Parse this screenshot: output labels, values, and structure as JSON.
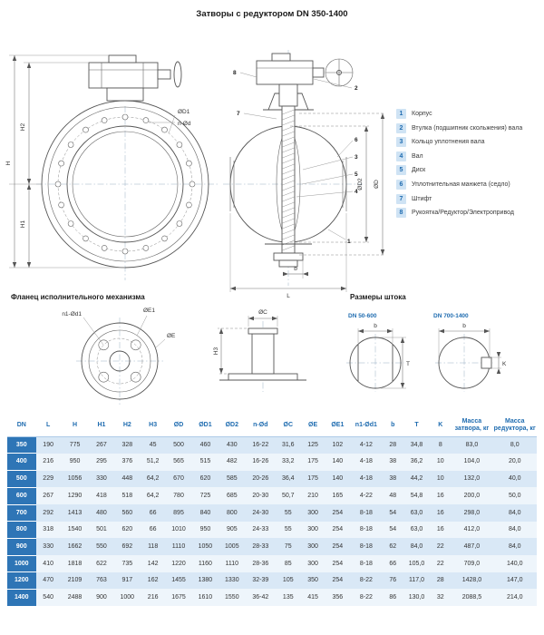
{
  "page": {
    "title": "Затворы с редуктором DN 350-1400"
  },
  "legend": {
    "items": [
      {
        "num": "1",
        "label": "Корпус"
      },
      {
        "num": "2",
        "label": "Втулка (подшипник скольжения) вала"
      },
      {
        "num": "3",
        "label": "Кольцо уплотнения вала"
      },
      {
        "num": "4",
        "label": "Вал"
      },
      {
        "num": "5",
        "label": "Диск"
      },
      {
        "num": "6",
        "label": "Уплотнительная манжета (седло)"
      },
      {
        "num": "7",
        "label": "Штифт"
      },
      {
        "num": "8",
        "label": "Рукоятка/Редуктор/Электропривод"
      }
    ]
  },
  "drawing": {
    "dims": {
      "H": "H",
      "H1": "H1",
      "H2": "H2",
      "D1": "ØD1",
      "nd": "n-Ød",
      "D": "ØD",
      "D2": "ØD2",
      "b": "b",
      "L": "L"
    },
    "callouts": {
      "c1": "1",
      "c2": "2",
      "c3": "3",
      "c4": "4",
      "c5": "5",
      "c6": "6",
      "c7": "7",
      "c8": "8"
    }
  },
  "flange_view": {
    "title": "Фланец исполнительного механизма",
    "dims": {
      "nd1": "n1-Ød1",
      "E": "ØE",
      "E1": "ØE1"
    }
  },
  "stem_interface": {
    "dims": {
      "C": "ØC",
      "H3": "H3"
    }
  },
  "stem_view": {
    "title": "Размеры штока",
    "variant1": "DN 50-600",
    "variant2": "DN 700-1400",
    "dims": {
      "b": "b",
      "T": "T",
      "K": "K"
    }
  },
  "table": {
    "columns": [
      "DN",
      "L",
      "H",
      "H1",
      "H2",
      "H3",
      "ØD",
      "ØD1",
      "ØD2",
      "n-Ød",
      "ØC",
      "ØE",
      "ØE1",
      "n1-Ød1",
      "b",
      "T",
      "K",
      "Масса затвора, кг",
      "Масса редуктора, кг"
    ],
    "rows": [
      [
        "350",
        "190",
        "775",
        "267",
        "328",
        "45",
        "500",
        "460",
        "430",
        "16-22",
        "31,6",
        "125",
        "102",
        "4-12",
        "28",
        "34,8",
        "8",
        "83,0",
        "8,0"
      ],
      [
        "400",
        "216",
        "950",
        "295",
        "376",
        "51,2",
        "565",
        "515",
        "482",
        "16-26",
        "33,2",
        "175",
        "140",
        "4-18",
        "38",
        "36,2",
        "10",
        "104,0",
        "20,0"
      ],
      [
        "500",
        "229",
        "1056",
        "330",
        "448",
        "64,2",
        "670",
        "620",
        "585",
        "20-26",
        "36,4",
        "175",
        "140",
        "4-18",
        "38",
        "44,2",
        "10",
        "132,0",
        "40,0"
      ],
      [
        "600",
        "267",
        "1290",
        "418",
        "518",
        "64,2",
        "780",
        "725",
        "685",
        "20-30",
        "50,7",
        "210",
        "165",
        "4-22",
        "48",
        "54,8",
        "16",
        "200,0",
        "50,0"
      ],
      [
        "700",
        "292",
        "1413",
        "480",
        "560",
        "66",
        "895",
        "840",
        "800",
        "24-30",
        "55",
        "300",
        "254",
        "8-18",
        "54",
        "63,0",
        "16",
        "298,0",
        "84,0"
      ],
      [
        "800",
        "318",
        "1540",
        "501",
        "620",
        "66",
        "1010",
        "950",
        "905",
        "24-33",
        "55",
        "300",
        "254",
        "8-18",
        "54",
        "63,0",
        "16",
        "412,0",
        "84,0"
      ],
      [
        "900",
        "330",
        "1662",
        "550",
        "692",
        "118",
        "1110",
        "1050",
        "1005",
        "28-33",
        "75",
        "300",
        "254",
        "8-18",
        "62",
        "84,0",
        "22",
        "487,0",
        "84,0"
      ],
      [
        "1000",
        "410",
        "1818",
        "622",
        "735",
        "142",
        "1220",
        "1160",
        "1110",
        "28-36",
        "85",
        "300",
        "254",
        "8-18",
        "66",
        "105,0",
        "22",
        "709,0",
        "140,0"
      ],
      [
        "1200",
        "470",
        "2109",
        "763",
        "917",
        "162",
        "1455",
        "1380",
        "1330",
        "32-39",
        "105",
        "350",
        "254",
        "8-22",
        "76",
        "117,0",
        "28",
        "1428,0",
        "147,0"
      ],
      [
        "1400",
        "540",
        "2488",
        "900",
        "1000",
        "216",
        "1675",
        "1610",
        "1550",
        "36-42",
        "135",
        "415",
        "356",
        "8-22",
        "86",
        "130,0",
        "32",
        "2088,5",
        "214,0"
      ]
    ]
  },
  "colors": {
    "accent": "#1f6cb0",
    "dn-cell": "#2e75b6",
    "row-odd": "#d9e8f6",
    "row-even": "#eef5fb",
    "badge-bg": "#cfe3f4"
  }
}
